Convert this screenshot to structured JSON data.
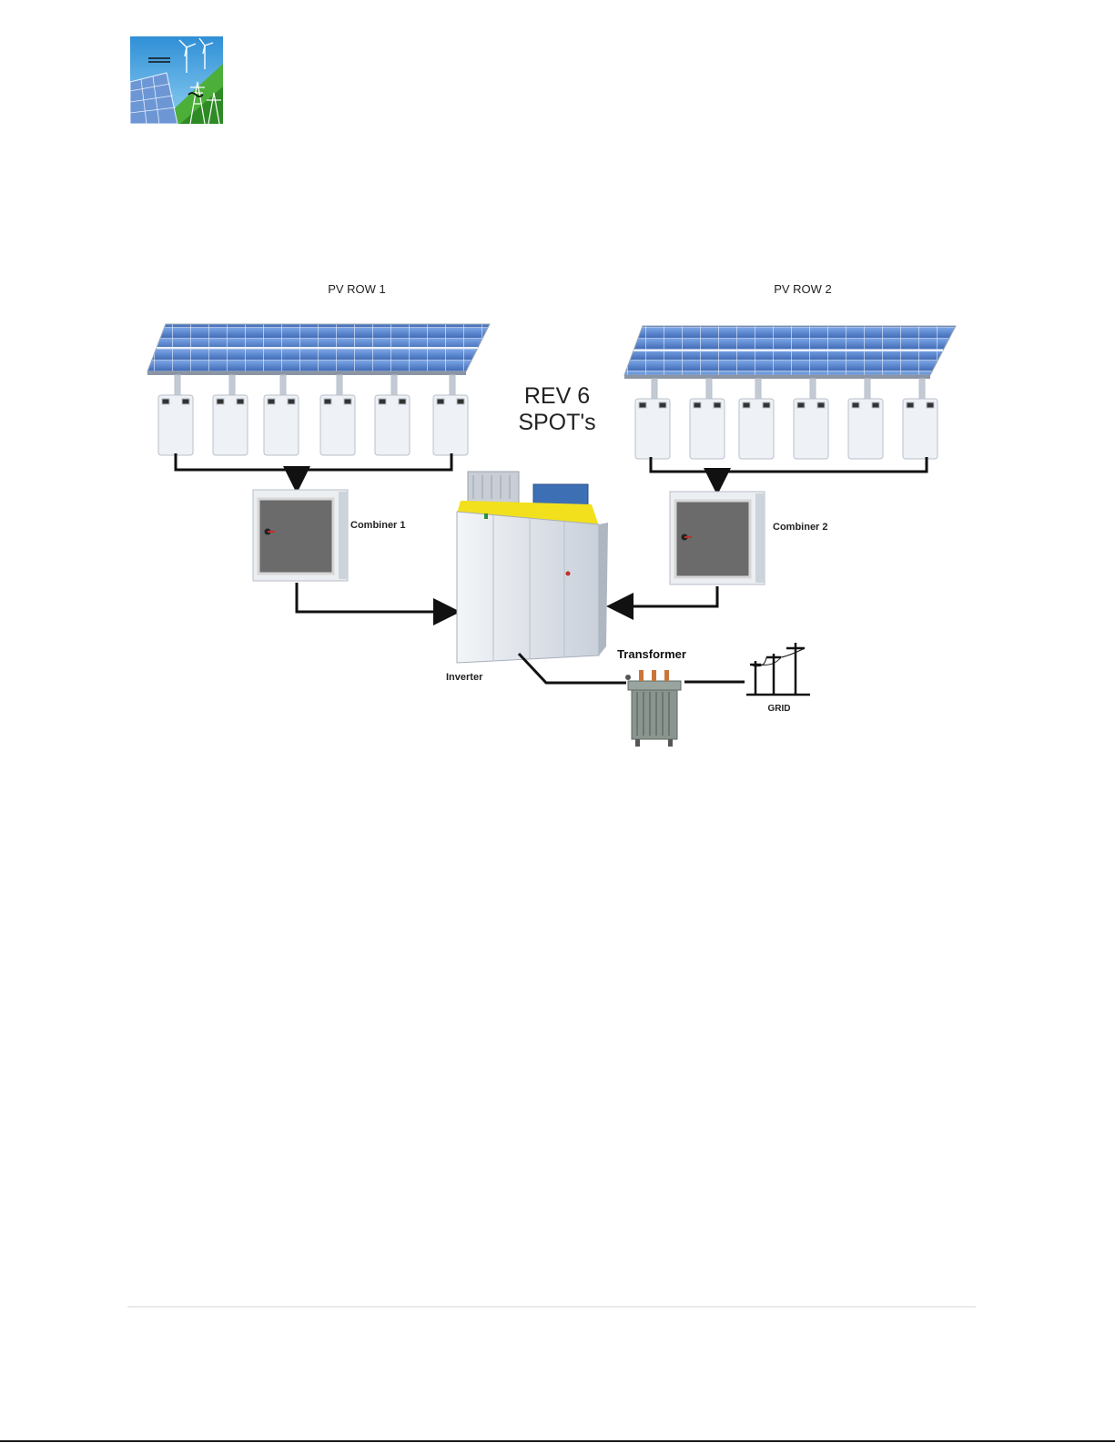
{
  "logo": {
    "icon": "renewable-energy-logo"
  },
  "diagram": {
    "pv_row_1": "PV ROW 1",
    "pv_row_2": "PV ROW 2",
    "rev_line1": "REV 6",
    "rev_line2": "SPOT's",
    "combiner_1": "Combiner 1",
    "combiner_2": "Combiner 2",
    "inverter": "Inverter",
    "transformer": "Transformer",
    "grid": "GRID"
  },
  "colors": {
    "panel": "#5b86cf",
    "panel_dark": "#3a5f9e",
    "inverter_stripe": "#f2e01c",
    "inverter_top": "#3d6fb5",
    "wire": "#111111"
  }
}
